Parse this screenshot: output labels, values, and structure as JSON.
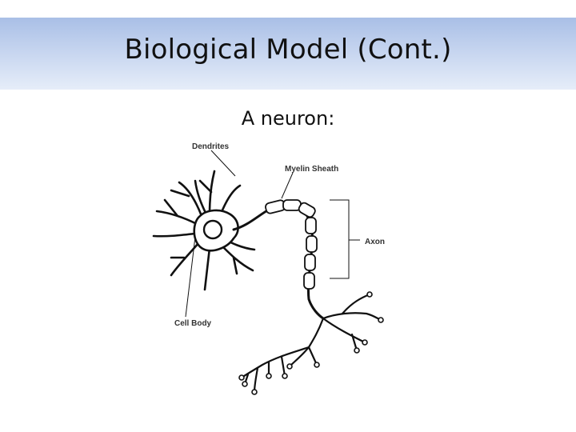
{
  "slide": {
    "title": "Biological Model (Cont.)",
    "subtitle": "A neuron:"
  },
  "diagram": {
    "labels": {
      "dendrites": "Dendrites",
      "myelin_sheath": "Myelin Sheath",
      "axon": "Axon",
      "cell_body": "Cell Body"
    }
  }
}
